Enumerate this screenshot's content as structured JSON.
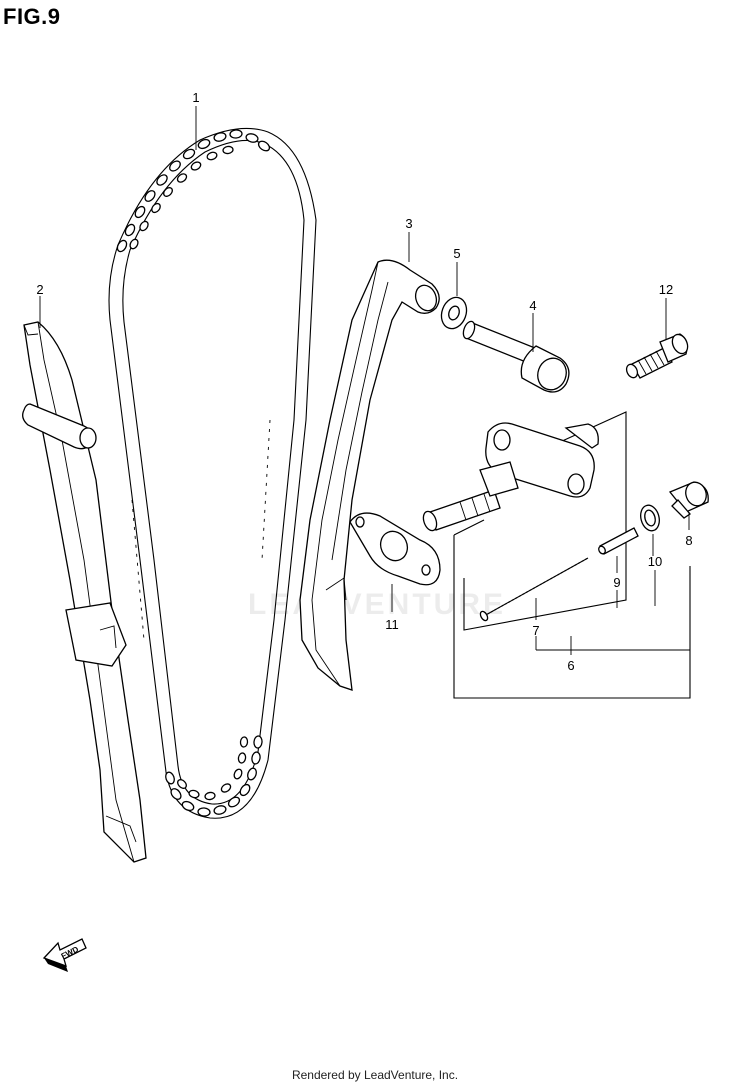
{
  "figure": {
    "title": "FIG.9"
  },
  "callouts": {
    "c1": "1",
    "c2": "2",
    "c3": "3",
    "c4": "4",
    "c5": "5",
    "c6": "6",
    "c7": "7",
    "c8": "8",
    "c9": "9",
    "c10": "10",
    "c11": "11",
    "c12": "12"
  },
  "fwd_label": "FWD",
  "watermark": "LEADVENTURE",
  "footer": "Rendered by LeadVenture, Inc."
}
